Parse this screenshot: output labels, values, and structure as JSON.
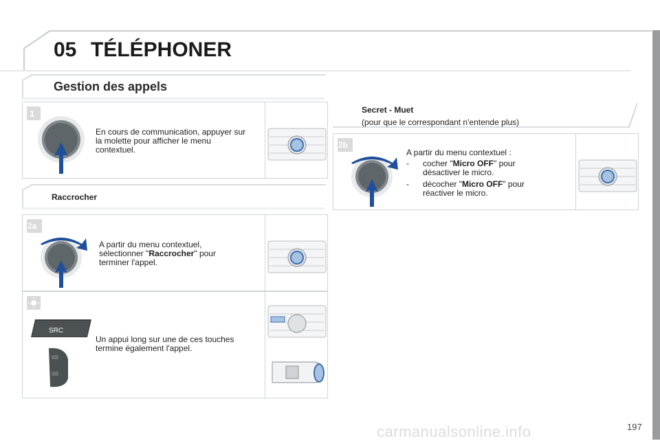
{
  "header": {
    "chapter": "05",
    "title": "TÉLÉPHONER"
  },
  "section": {
    "title": "Gestion des appels"
  },
  "step1": {
    "badge": "1",
    "text": "En cours de communication, appuyer sur la molette pour afficher le menu contextuel."
  },
  "raccrocher": {
    "heading": "Raccrocher"
  },
  "step2a": {
    "badge": "2a",
    "text_before": "A partir du menu contextuel, sélectionner \"",
    "bold": "Raccrocher",
    "text_after": "\" pour terminer l'appel."
  },
  "tip": {
    "src_label": "SRC",
    "text": "Un appui long sur une de ces touches termine également l'appel."
  },
  "secret": {
    "heading": "Secret - Muet",
    "sub": "(pour que le correspondant n'entende plus)"
  },
  "step2b": {
    "badge": "2b",
    "intro": "A partir du menu contextuel :",
    "items": [
      {
        "dash": "-",
        "before": "cocher \"",
        "bold": "Micro OFF",
        "after": "\" pour désactiver le micro."
      },
      {
        "dash": "-",
        "before": "décocher \"",
        "bold": "Micro OFF",
        "after": "\" pour réactiver le micro."
      }
    ]
  },
  "page": {
    "number": "197"
  },
  "footer": {
    "watermark": "carmanualsonline.info"
  },
  "colors": {
    "accent_grey": "#999c9e",
    "panel_border": "#cfd3d6",
    "arrow_blue": "#1f4f9a"
  }
}
